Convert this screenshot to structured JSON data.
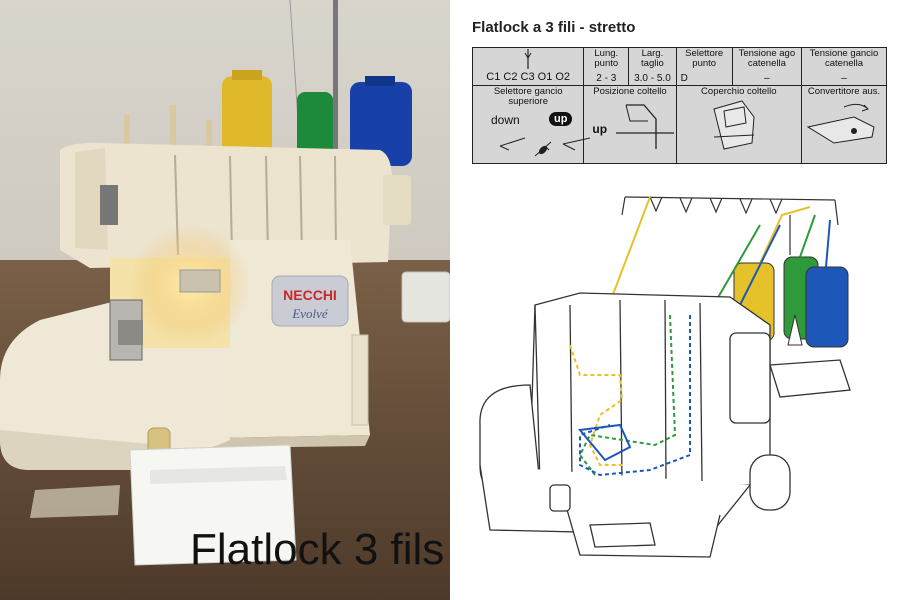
{
  "photo": {
    "brand": "NECCHI",
    "model": "Evolvé"
  },
  "manual": {
    "title": "Flatlock a 3 fili - stretto",
    "threads": "C1 C2 C3 O1 O2",
    "stitch_length_label": "Lung. punto",
    "stitch_length_value": "2 - 3",
    "cut_width_label": "Larg. taglio",
    "cut_width_value": "3.0 - 5.0",
    "stitch_selector_label": "Selettore punto",
    "stitch_selector_value": "D",
    "chain_needle_tension_label": "Tensione ago catenella",
    "chain_needle_tension_value": "–",
    "chain_hook_tension_label": "Tensione gancio catenella",
    "chain_hook_tension_value": "–",
    "upper_hook_selector_label": "Selettore gancio superiore",
    "down_label": "down",
    "up_label": "up",
    "knife_position_label": "Posizione coltello",
    "knife_up_label": "up",
    "knife_cover_label": "Coperchio coltello",
    "aux_converter_label": "Convertitore aus."
  },
  "caption": "Flatlock 3 fils",
  "colors": {
    "thread_yellow": "#e6c22a",
    "thread_green": "#2f9a3a",
    "thread_blue": "#1d58b8"
  }
}
